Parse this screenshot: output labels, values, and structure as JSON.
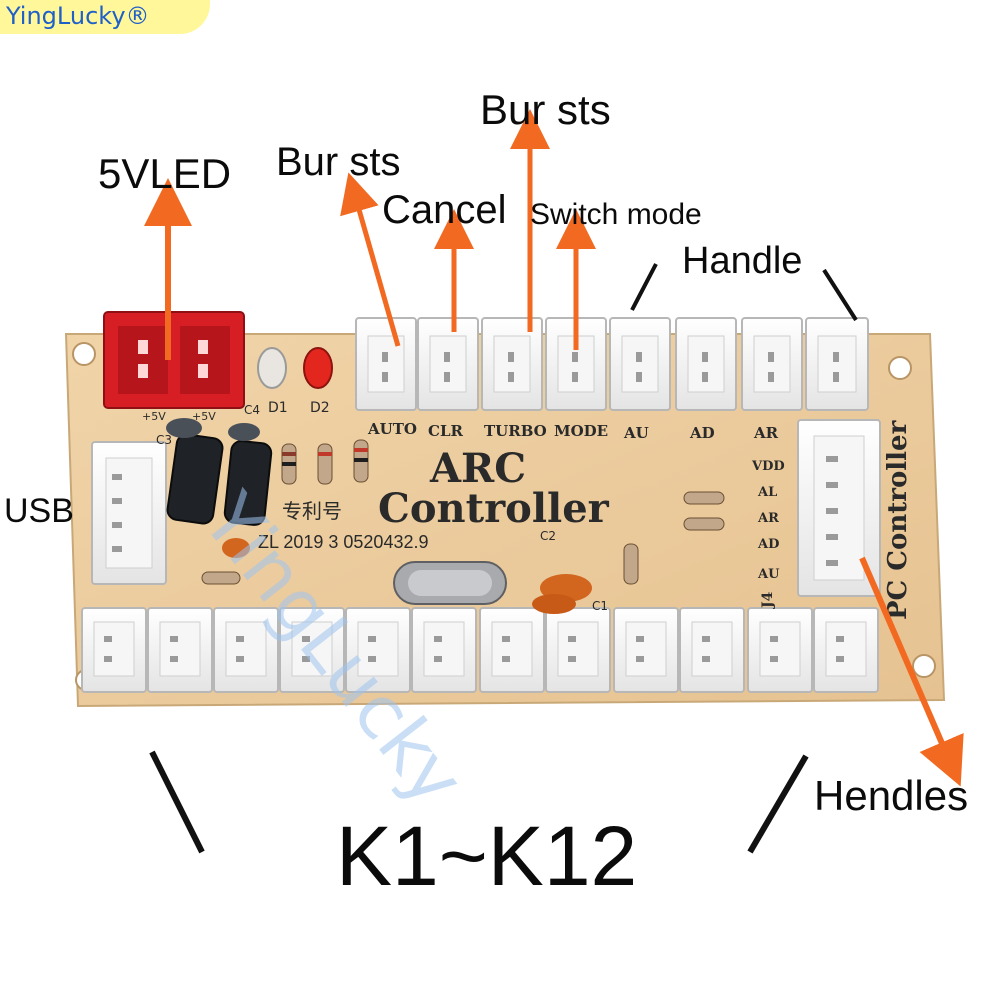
{
  "brand": {
    "text": "YingLucky®",
    "bg": "#fff79a",
    "color": "#1f5fc8"
  },
  "watermark": "YingLucky",
  "arrow_color": "#f26a21",
  "board": {
    "title_line1": "ARC",
    "title_line2": "Controller",
    "patent_text": "专利号",
    "patent_number": "ZL 2019 3 0520432.9",
    "top_port_labels": [
      "AUTO",
      "CLR",
      "TURBO",
      "MODE",
      "AU",
      "AD",
      "AR"
    ],
    "right_pin_labels": [
      "VDD",
      "AL",
      "AR",
      "AD",
      "AU"
    ],
    "right_connector_ref": "J4",
    "side_text": "PC Controller",
    "component_labels": [
      "D1",
      "D2",
      "C4",
      "C3",
      "C2",
      "C1",
      "+5V",
      "+5V"
    ]
  },
  "callouts": {
    "led": "5VLED",
    "bursts_1": "Bur sts",
    "cancel": "Cancel",
    "bursts_2": "Bur sts",
    "switch_mode": "Switch mode",
    "handle": "Handle",
    "usb": "USB",
    "hendles": "Hendles",
    "keys": "K1~K12"
  }
}
